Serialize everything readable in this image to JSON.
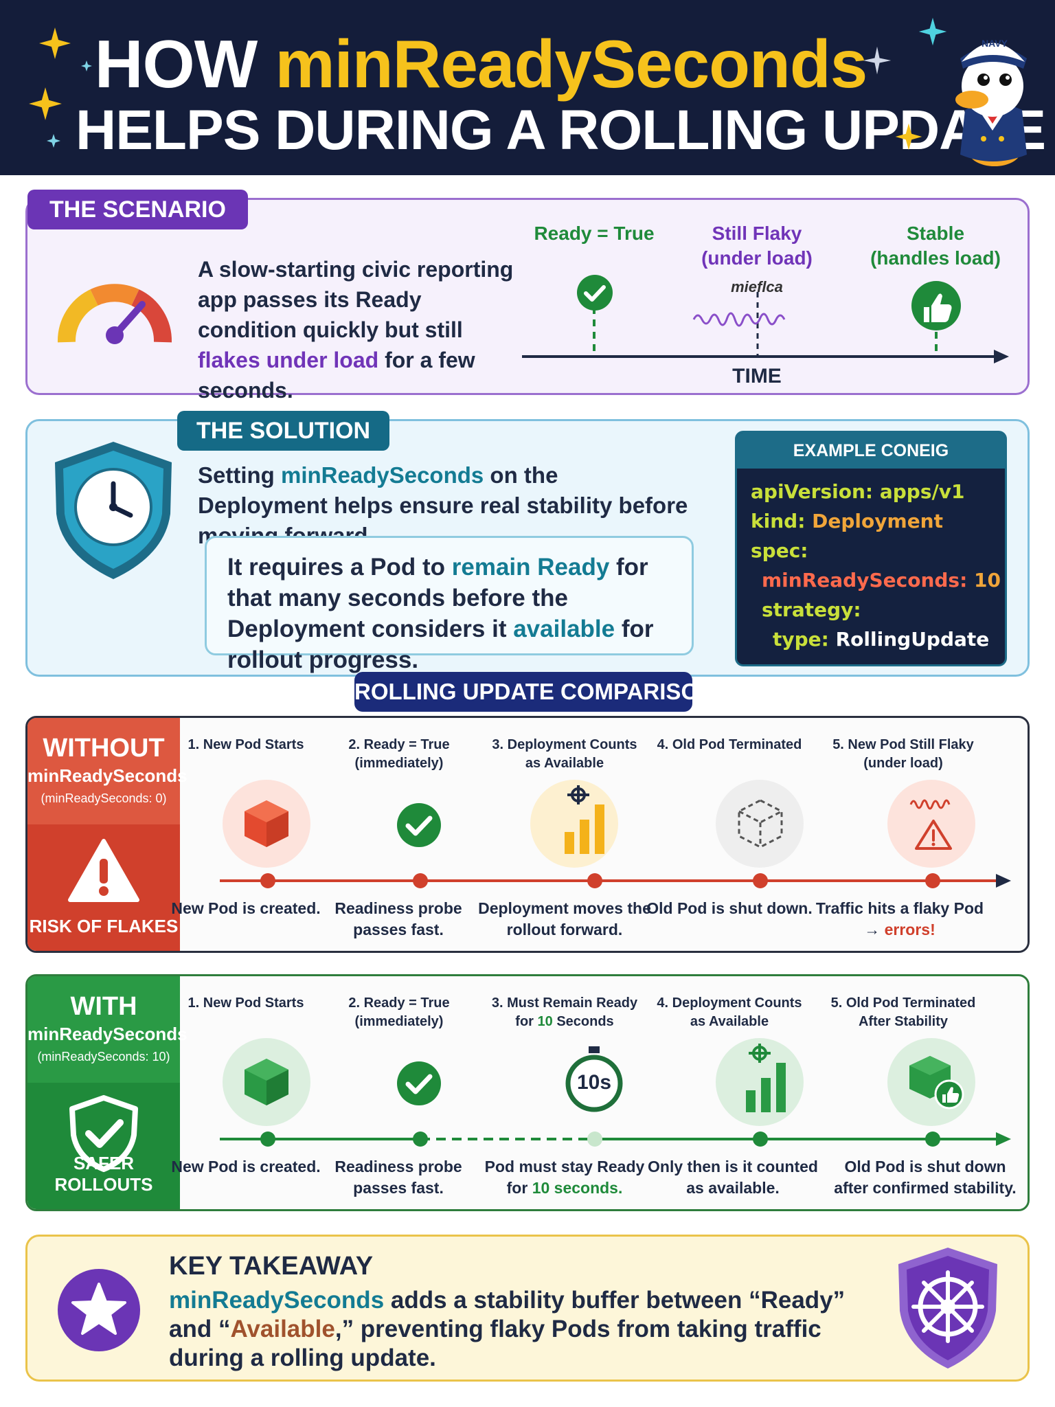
{
  "header": {
    "title_prefix": "HOW ",
    "title_highlight": "minReadySeconds",
    "subtitle": "HELPS DURING A ROLLING UPDATE",
    "mascot_hat": "NAVY"
  },
  "scenario": {
    "tag": "THE SCENARIO",
    "text_1": "A slow-starting civic reporting app passes its Ready condition quickly but still ",
    "text_highlight": "flakes under load",
    "text_2": " for a few seconds.",
    "timeline": {
      "ready_label": "Ready = True",
      "flaky_label_1": "Still Flaky",
      "flaky_label_2": "(under load)",
      "flaky_scribble": "mieflca",
      "stable_label_1": "Stable",
      "stable_label_2": "(handles load)",
      "axis_label": "TIME"
    }
  },
  "solution": {
    "tag": "THE SOLUTION",
    "text_1": "Setting ",
    "text_highlight": "minReadySeconds",
    "text_2": " on the Deployment helps ensure real stability before moving forward.",
    "req_1": "It requires a Pod to ",
    "req_highlight_1": "remain Ready",
    "req_2": " for that many seconds before the Deployment considers it ",
    "req_highlight_2": "available",
    "req_3": " for rollout progress.",
    "config": {
      "title": "EXAMPLE CONEIG",
      "l1_key": "apiVersion:",
      "l1_val": " apps/v1",
      "l2_key": "kind:",
      "l2_val": " Deployment",
      "l3_key": "spec:",
      "l4_key": "minReadySeconds:",
      "l4_val": " 10",
      "l5_key": "strategy:",
      "l6_key": "type:",
      "l6_val": " RollingUpdate"
    }
  },
  "comparison": {
    "tag": "ROLLING UPDATE COMPARISON",
    "without": {
      "heading": "WITHOUT",
      "sub": "minReadySeconds",
      "param": "(minReadySeconds: 0)",
      "footer": "RISK OF FLAKES",
      "steps": [
        {
          "title": "1. New Pod Starts",
          "cap": "New Pod is created."
        },
        {
          "title": "2. Ready = True (immediately)",
          "cap": "Readiness probe passes fast."
        },
        {
          "title": "3. Deployment Counts as Available",
          "cap": "Deployment moves the rollout forward."
        },
        {
          "title": "4. Old Pod Terminated",
          "cap": "Old Pod is shut down."
        },
        {
          "title": "5. New Pod Still Flaky (under load)",
          "cap_1": "Traffic hits a flaky Pod → ",
          "cap_2": "errors!"
        }
      ]
    },
    "with": {
      "heading": "WITH",
      "sub": "minReadySeconds",
      "param": "(minReadySeconds: 10)",
      "footer": "SAFER ROLLOUTS",
      "timer": "10s",
      "steps": [
        {
          "title": "1. New Pod Starts",
          "cap": "New Pod is created."
        },
        {
          "title": "2. Ready = True (immediately)",
          "cap": "Readiness probe passes fast."
        },
        {
          "title_1": "3. Must Remain Ready for ",
          "title_2": "10",
          "title_3": " Seconds",
          "cap_1": "Pod must stay Ready for ",
          "cap_2": "10 seconds."
        },
        {
          "title": "4. Deployment Counts as Available",
          "cap": "Only then is it counted as available."
        },
        {
          "title": "5. Old Pod Terminated After Stability",
          "cap": "Old Pod is shut down after confirmed stability."
        }
      ]
    }
  },
  "takeaway": {
    "title": "KEY TAKEAWAY",
    "t1": "minReadySeconds",
    "t2": " adds a stability buffer between “Ready” and “",
    "t3": "Available",
    "t4": ",” preventing flaky Pods from taking traffic during a rolling update."
  },
  "colors": {
    "navy": "#141d3a",
    "gold": "#f6c21c",
    "purple": "#6b35b5",
    "teal": "#156a86",
    "red": "#d0402c",
    "green": "#1f8a3a"
  }
}
